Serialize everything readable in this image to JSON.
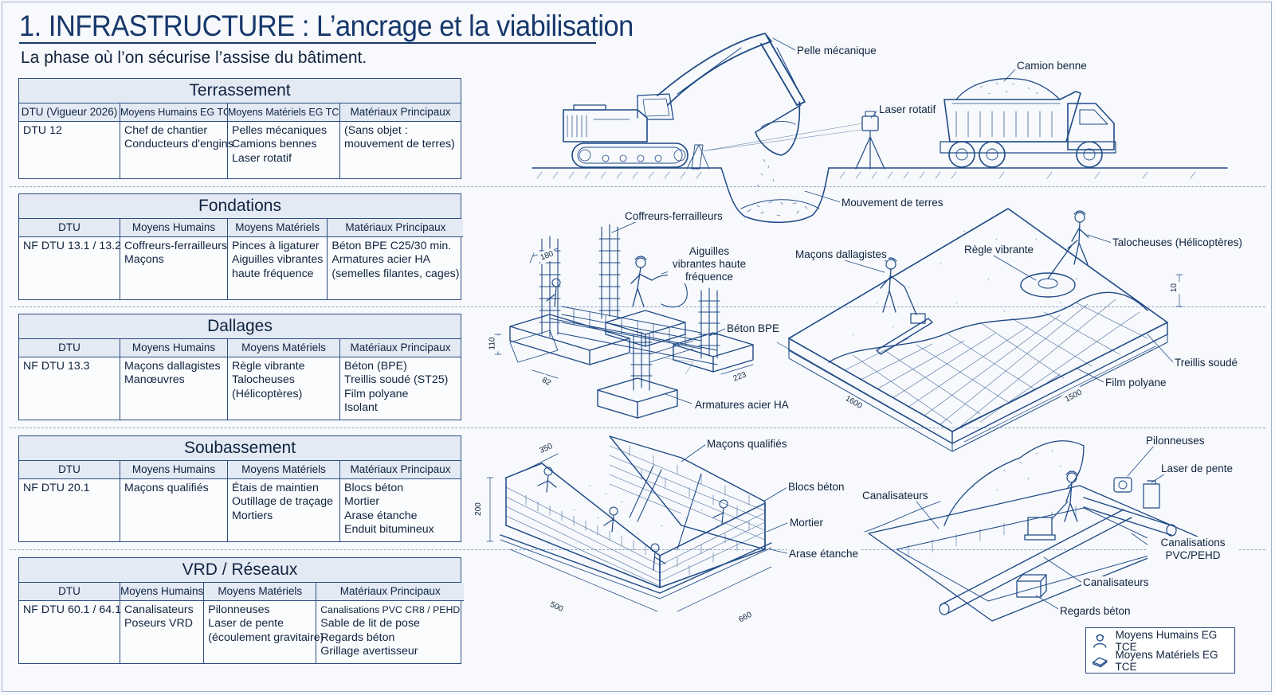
{
  "header": {
    "title": "1. INFRASTRUCTURE : L’ancrage et la viabilisation",
    "subtitle": "La phase où l’on sécurise l’assise du bâtiment."
  },
  "sections": [
    {
      "title": "Terrassement",
      "headers": [
        "DTU (Vigueur 2026)",
        "Moyens Humains EG TCE",
        "Moyens Matériels EG TCE",
        "Matériaux Principaux"
      ],
      "dtu": [
        "DTU 12"
      ],
      "humains": [
        "Chef de chantier",
        "Conducteurs d'engins"
      ],
      "materiels": [
        "Pelles mécaniques",
        "Camions bennes",
        "Laser rotatif"
      ],
      "materiaux": [
        "(Sans objet :",
        "mouvement de terres)"
      ]
    },
    {
      "title": "Fondations",
      "headers": [
        "DTU",
        "Moyens Humains",
        "Moyens Matériels",
        "Matériaux Principaux"
      ],
      "dtu": [
        "NF DTU 13.1 / 13.2"
      ],
      "humains": [
        "Coffreurs-ferrailleurs",
        "Maçons"
      ],
      "materiels": [
        "Pinces à ligaturer",
        "Aiguilles vibrantes",
        "haute fréquence"
      ],
      "materiaux": [
        "Béton BPE C25/30 min.",
        "Armatures acier HA",
        "(semelles filantes, cages)"
      ]
    },
    {
      "title": "Dallages",
      "headers": [
        "DTU",
        "Moyens Humains",
        "Moyens Matériels",
        "Matériaux Principaux"
      ],
      "dtu": [
        "NF DTU 13.3"
      ],
      "humains": [
        "Maçons dallagistes",
        "Manœuvres"
      ],
      "materiels": [
        "Règle vibrante",
        "Talocheuses",
        "(Hélicoptères)"
      ],
      "materiaux": [
        "Béton (BPE)",
        "Treillis soudé (ST25)",
        "Film polyane",
        "Isolant"
      ]
    },
    {
      "title": "Soubassement",
      "headers": [
        "DTU",
        "Moyens Humains",
        "Moyens Matériels",
        "Matériaux Principaux"
      ],
      "dtu": [
        "NF DTU 20.1"
      ],
      "humains": [
        "Maçons qualifiés"
      ],
      "materiels": [
        "Étais de maintien",
        "Outillage de traçage",
        "Mortiers"
      ],
      "materiaux": [
        "Blocs béton",
        "Mortier",
        "Arase étanche",
        "Enduit bitumineux"
      ]
    },
    {
      "title": "VRD / Réseaux",
      "headers": [
        "DTU",
        "Moyens Humains",
        "Moyens Matériels",
        "Matériaux Principaux"
      ],
      "dtu": [
        "NF DTU 60.1 / 64.1"
      ],
      "humains": [
        "Canalisateurs",
        "Poseurs VRD"
      ],
      "materiels": [
        "Pilonneuses",
        "Laser de pente",
        "(écoulement gravitaire)"
      ],
      "materiaux": [
        "Canalisations PVC CR8 / PEHD",
        "Sable de lit de pose",
        "Regards béton",
        "Grillage avertisseur"
      ]
    }
  ],
  "annotations": {
    "pelle": "Pelle mécanique",
    "camion": "Camion benne",
    "laser": "Laser rotatif",
    "terres": "Mouvement de terres",
    "coffreurs": "Coffreurs-ferrailleurs",
    "aiguilles": "Aiguilles vibrantes haute fréquence",
    "beton_bpe": "Béton BPE",
    "armatures": "Armatures acier HA",
    "macons_dallagistes": "Maçons dallagistes",
    "regle": "Règle vibrante",
    "talocheuses": "Talocheuses (Hélicoptères)",
    "treillis": "Treillis soudé",
    "film": "Film polyane",
    "macons_qualifies": "Maçons qualifiés",
    "blocs": "Blocs béton",
    "mortier": "Mortier",
    "arase": "Arase étanche",
    "pilonneuses": "Pilonneuses",
    "laser_pente": "Laser de pente",
    "canalisateurs_1": "Canalisateurs",
    "canalisations": "Canalisations PVC/PEHD",
    "canalisateurs_2": "Canalisateurs",
    "regards": "Regards béton"
  },
  "dimensions": {
    "d180": "180",
    "d110": "110",
    "d82": "82",
    "d223": "223",
    "d10": "10",
    "d1600": "1600",
    "d1500": "1500",
    "d350": "350",
    "d200": "200",
    "d500": "500",
    "d660": "660"
  },
  "legend": {
    "humains": "Moyens Humains EG TCE",
    "materiels": "Moyens Matériels EG TCE",
    "humains_icon": "worker-icon",
    "materiels_icon": "tool-icon"
  },
  "colors": {
    "ink": "#1f4a86",
    "header_fill": "#e3eaf4",
    "paper": "#f7f9fc"
  }
}
